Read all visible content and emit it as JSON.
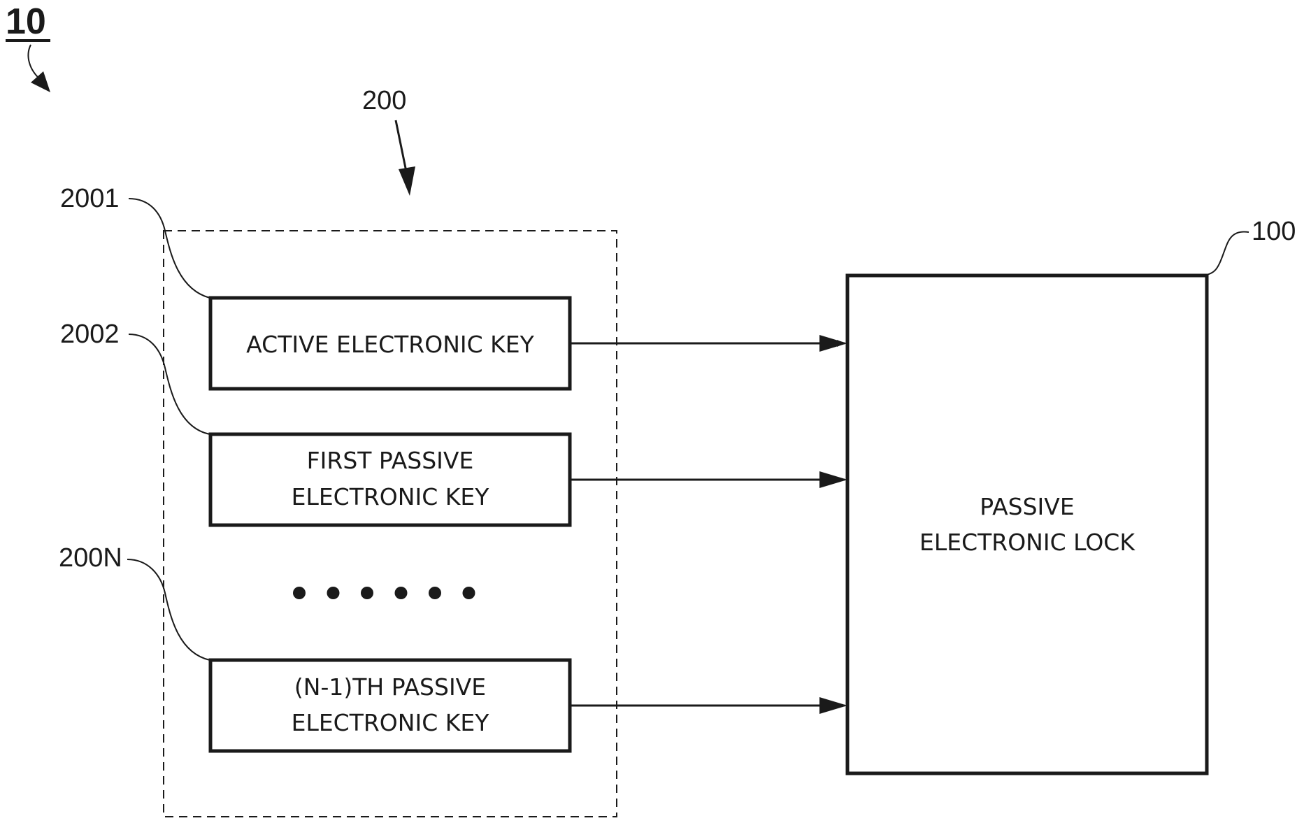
{
  "figure_label": "10",
  "group": {
    "ref": "200"
  },
  "lock": {
    "ref": "100",
    "label_lines": [
      "PASSIVE",
      "ELECTRONIC LOCK"
    ]
  },
  "keys": [
    {
      "ref": "2001",
      "label_lines": [
        "ACTIVE ELECTRONIC KEY"
      ]
    },
    {
      "ref": "2002",
      "label_lines": [
        "FIRST PASSIVE",
        "ELECTRONIC KEY"
      ]
    },
    {
      "ref": "200N",
      "label_lines": [
        "(N-1)TH PASSIVE",
        "ELECTRONIC KEY"
      ]
    }
  ],
  "ellipsis_dot_count": 6
}
